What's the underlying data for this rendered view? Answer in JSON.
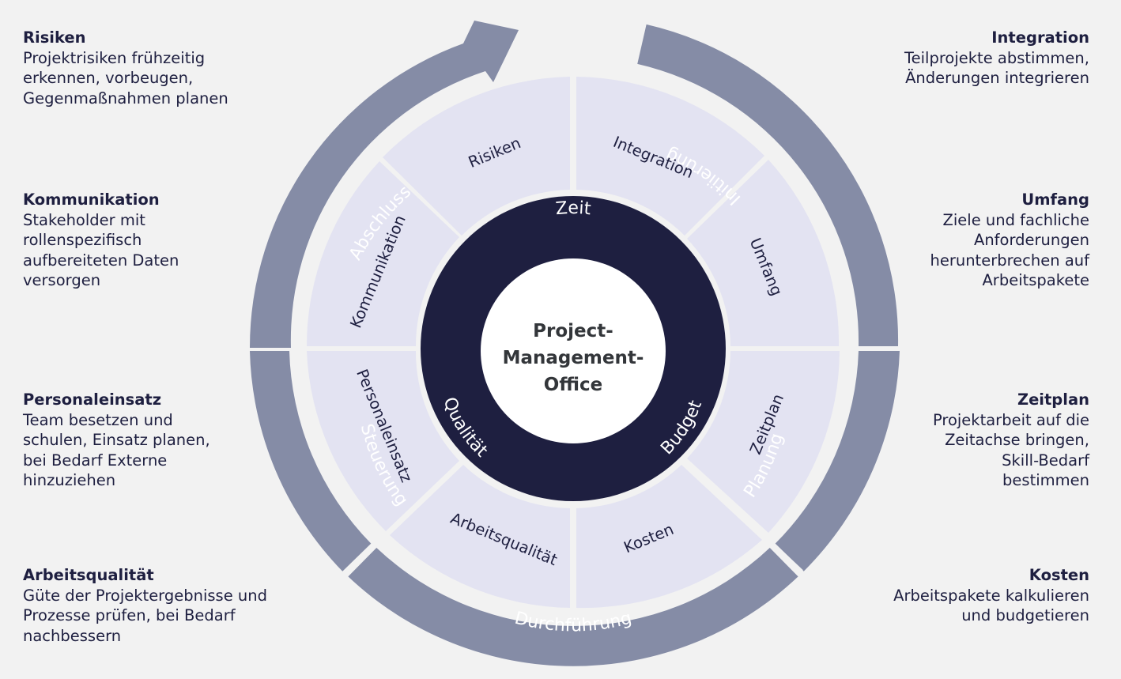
{
  "left_panels": [
    {
      "title": "Risiken",
      "lines": [
        "Projektrisiken frühzeitig",
        "erkennen, vorbeugen,",
        "Gegenmaßnahmen planen"
      ]
    },
    {
      "title": "Kommunikation",
      "lines": [
        "Stakeholder mit",
        "rollenspezifisch",
        "aufbereiteten Daten",
        "versorgen"
      ]
    },
    {
      "title": "Personaleinsatz",
      "lines": [
        "Team besetzen und",
        "schulen, Einsatz planen,",
        "bei Bedarf Externe",
        "hinzuziehen"
      ]
    },
    {
      "title": "Arbeitsqualität",
      "lines": [
        "Güte der Projektergebnisse und",
        "Prozesse prüfen, bei Bedarf",
        "nachbessern"
      ]
    }
  ],
  "right_panels": [
    {
      "title": "Integration",
      "lines": [
        "Teilprojekte abstimmen,",
        "Änderungen integrieren"
      ]
    },
    {
      "title": "Umfang",
      "lines": [
        "Ziele und fachliche",
        "Anforderungen",
        "herunterbrechen auf",
        "Arbeitspakete"
      ]
    },
    {
      "title": "Zeitplan",
      "lines": [
        "Projektarbeit auf die",
        "Zeitachse bringen,",
        "Skill-Bedarf",
        "bestimmen"
      ]
    },
    {
      "title": "Kosten",
      "lines": [
        "Arbeitspakete kalkulieren",
        "und budgetieren"
      ]
    }
  ],
  "phases": [
    "Initiierung",
    "Planung",
    "Durchführung",
    "Steuerung",
    "Abschluss"
  ],
  "segments": [
    "Integration",
    "Umfang",
    "Zeitplan",
    "Kosten",
    "Arbeitsqualität",
    "Personaleinsatz",
    "Kommunikation",
    "Risiken"
  ],
  "core_labels": [
    "Zeit",
    "Budget",
    "Qualität"
  ],
  "center": {
    "lines": [
      "Project-",
      "Management-",
      "Office"
    ]
  },
  "colors": {
    "background": "#f2f2f2",
    "outer_ring": "#858ca6",
    "segment_fill": "#e3e3f2",
    "core_ring": "#1e1f40",
    "text_dark": "#1e1f40",
    "center_fill": "#ffffff"
  }
}
